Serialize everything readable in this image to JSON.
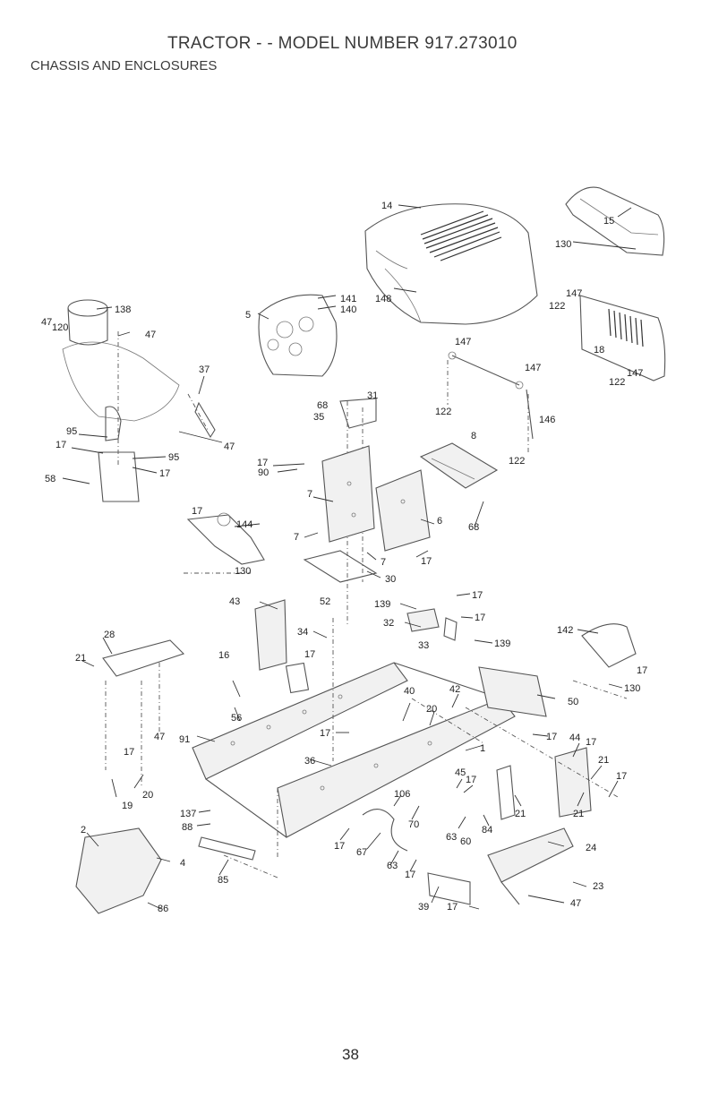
{
  "header": {
    "title": "TRACTOR - - MODEL NUMBER 917.273010",
    "subtitle": "CHASSIS AND ENCLOSURES"
  },
  "page": {
    "number": "38"
  },
  "callouts": [
    "14",
    "15",
    "130",
    "141",
    "140",
    "148",
    "5",
    "138",
    "47",
    "120",
    "47",
    "147",
    "122",
    "147",
    "18",
    "147",
    "122",
    "37",
    "147",
    "146",
    "68",
    "31",
    "35",
    "122",
    "122",
    "8",
    "95",
    "17",
    "47",
    "95",
    "17",
    "17",
    "90",
    "58",
    "17",
    "7",
    "144",
    "6",
    "68",
    "7",
    "7",
    "17",
    "130",
    "30",
    "43",
    "52",
    "139",
    "17",
    "28",
    "32",
    "17",
    "34",
    "33",
    "139",
    "142",
    "21",
    "17",
    "16",
    "17",
    "40",
    "42",
    "50",
    "130",
    "56",
    "20",
    "47",
    "91",
    "17",
    "17",
    "44",
    "17",
    "1",
    "21",
    "17",
    "36",
    "45",
    "17",
    "17",
    "19",
    "20",
    "106",
    "137",
    "21",
    "21",
    "88",
    "70",
    "84",
    "63",
    "60",
    "2",
    "17",
    "67",
    "24",
    "4",
    "63",
    "17",
    "85",
    "23",
    "39",
    "17",
    "47",
    "86"
  ]
}
